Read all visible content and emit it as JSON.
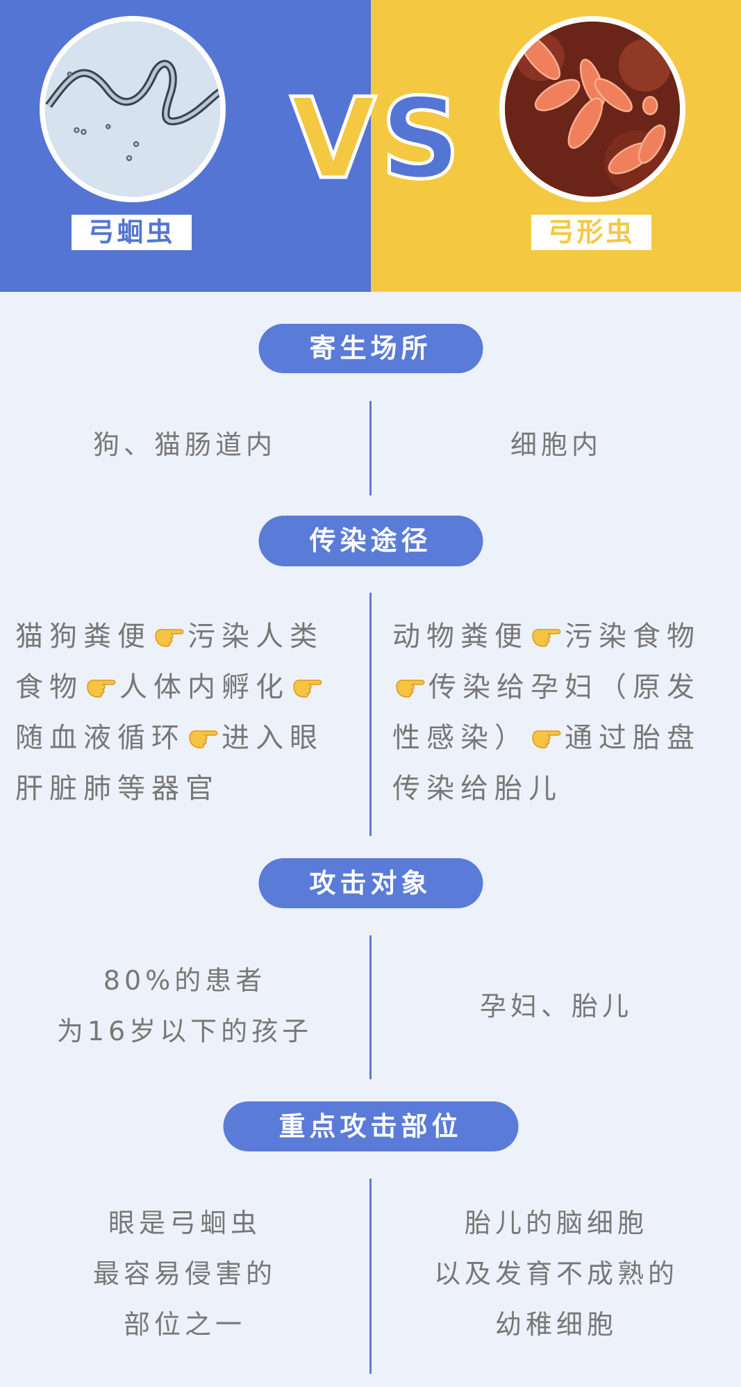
{
  "header": {
    "left_name": "弓蛔虫",
    "right_name": "弓形虫",
    "vs_v": "V",
    "vs_s": "S",
    "colors": {
      "left_bg": "#5475D4",
      "right_bg": "#F5C842",
      "page_bg": "#EDF1FA",
      "pill": "#5A7BD8",
      "text": "#777777"
    },
    "left_image": "roundworm-microscope-image",
    "right_image": "toxoplasma-microscope-image"
  },
  "sections": [
    {
      "title": "寄生场所",
      "left": [
        "狗、猫肠道内"
      ],
      "right": [
        "细胞内"
      ]
    },
    {
      "title": "传染途径",
      "left": [
        "猫狗粪便👉污染人类",
        "食物👉人体内孵化👉",
        "随血液循环👉进入眼",
        "肝脏肺等器官"
      ],
      "right": [
        "动物粪便👉污染食物",
        "👉传染给孕妇（原发",
        "性感染）👉通过胎盘",
        "传染给胎儿"
      ]
    },
    {
      "title": "攻击对象",
      "left": [
        "80%的患者",
        "为16岁以下的孩子"
      ],
      "right": [
        "孕妇、胎儿"
      ]
    },
    {
      "title": "重点攻击部位",
      "left": [
        "眼是弓蛔虫",
        "最容易侵害的",
        "部位之一"
      ],
      "right": [
        "胎儿的脑细胞",
        "以及发育不成熟的",
        "幼稚细胞"
      ]
    }
  ]
}
